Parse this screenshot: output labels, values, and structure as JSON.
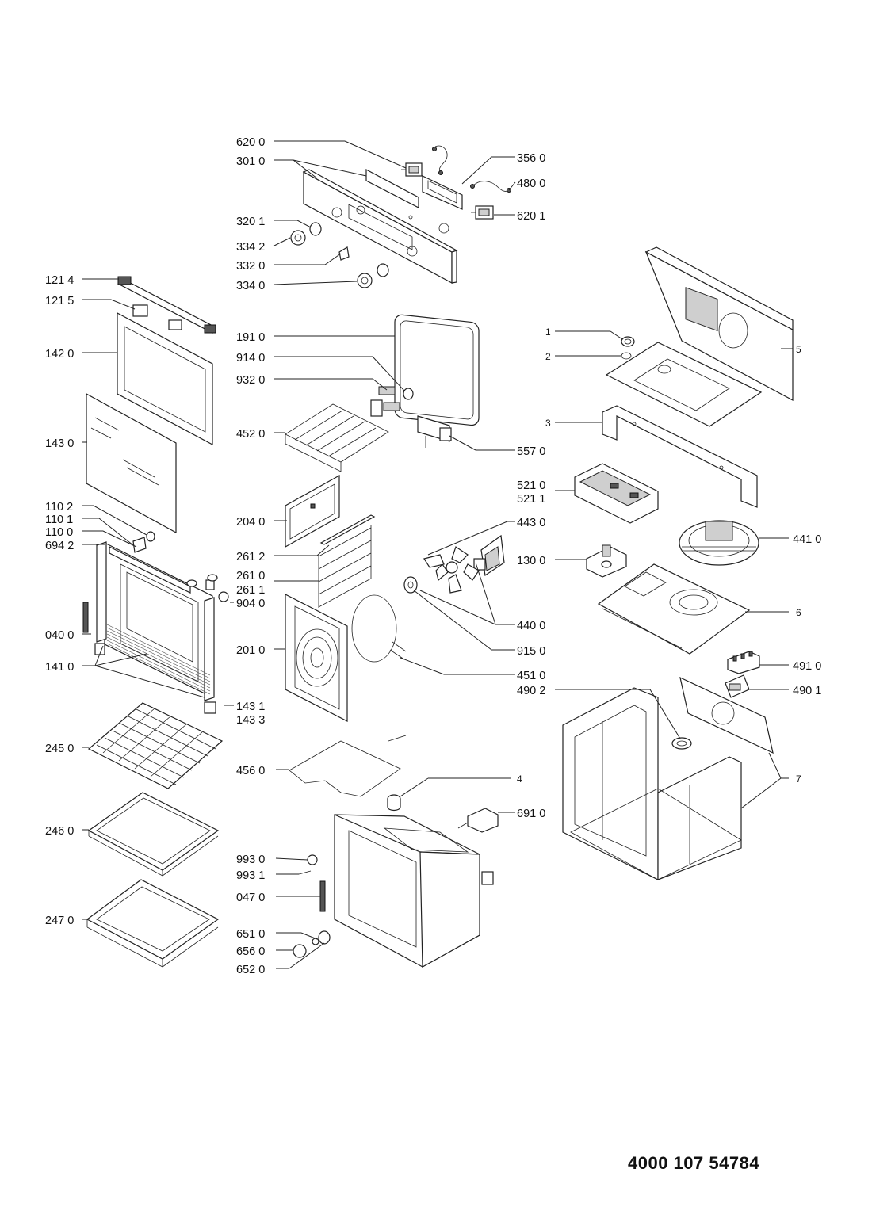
{
  "document_number": "4000 107 54784",
  "part_labels": [
    "620 0",
    "301 0",
    "356 0",
    "480 0",
    "620 1",
    "320 1",
    "334 2",
    "332 0",
    "334 0",
    "121 4",
    "121 5",
    "142 0",
    "143 0",
    "110 2",
    "110 1",
    "110 0",
    "694 2",
    "040 0",
    "141 0",
    "191 0",
    "914 0",
    "932 0",
    "452 0",
    "557 0",
    "204 0",
    "261 2",
    "261 0",
    "261 1",
    "443 0",
    "440 0",
    "130 0",
    "904 0",
    "201 0",
    "915 0",
    "451 0",
    "143 1",
    "143 3",
    "245 0",
    "456 0",
    "246 0",
    "247 0",
    "691 0",
    "993 0",
    "993 1",
    "047 0",
    "651 0",
    "656 0",
    "652 0",
    "1",
    "2",
    "3",
    "5",
    "521 0",
    "521 1",
    "441 0",
    "6",
    "491 0",
    "490 2",
    "490 1",
    "4",
    "7"
  ]
}
